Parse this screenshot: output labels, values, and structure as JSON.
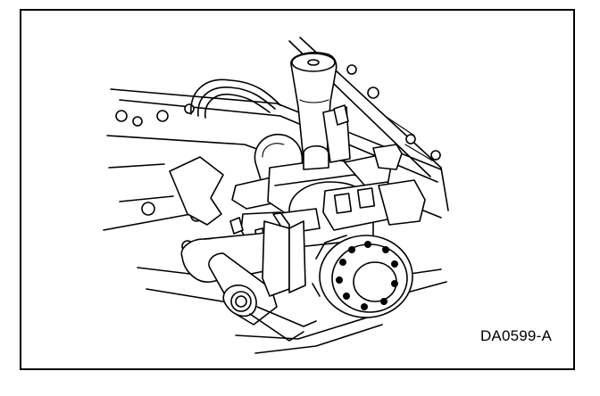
{
  "figure": {
    "caption": "DA0599-A",
    "icons": [
      "engine-illustration",
      "crankshaft-pulley",
      "bearing-caps",
      "cam-lobe",
      "tool-handle",
      "ratchet-socket"
    ]
  }
}
